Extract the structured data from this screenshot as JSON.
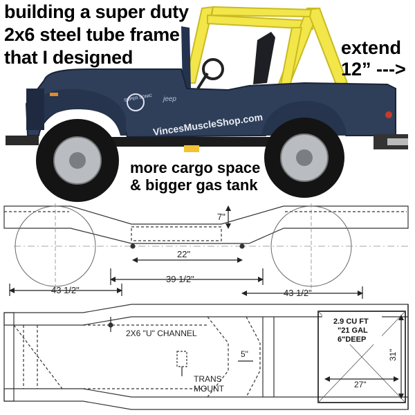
{
  "headline": {
    "line1": "building a super duty",
    "line2": "2x6 steel tube frame",
    "line3": "that I designed"
  },
  "extend_note": {
    "line1": "extend",
    "line2": "12” --->"
  },
  "cargo_note": {
    "line1": "more cargo space",
    "line2": "& bigger gas tank"
  },
  "jeep": {
    "hood_badge": "jeep",
    "emblem": "SUPER SONIC",
    "side_text": "VincesMuscleShop.com",
    "body_color": "#2f3f5a",
    "rollbar_color": "#f2e64a"
  },
  "side_view": {
    "dim_height": "7\"",
    "dim_inner": "22\"",
    "dim_center": "39 1/2\"",
    "dim_left": "43 1/2\"",
    "dim_right": "43 1/2\""
  },
  "top_view": {
    "channel_label": "2X6 \"U\" CHANNEL",
    "trans_label_1": "TRANS",
    "trans_label_2": "MOUNT",
    "dim_small": "5\"",
    "tank_line1": "2.9 CU FT",
    "tank_line2": "\"21 GAL",
    "tank_line3": "6\"DEEP",
    "tank_width": "27\"",
    "tank_depth": "31\""
  }
}
